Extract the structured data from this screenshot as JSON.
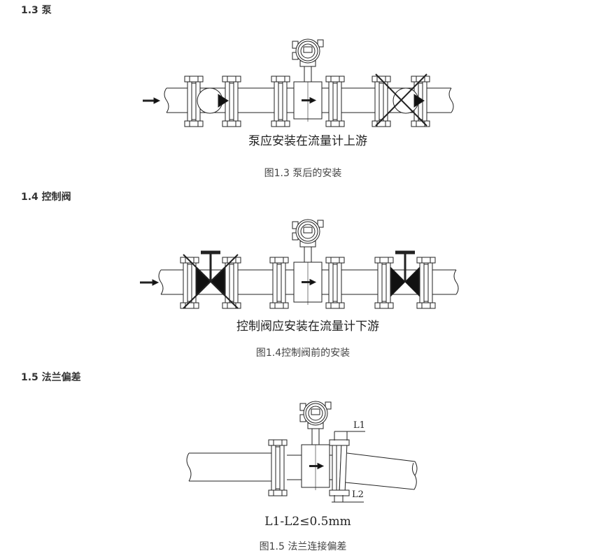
{
  "sections": [
    {
      "heading": "1.3 泵",
      "diagram_text": "泵应安装在流量计上游",
      "caption": "图1.3 泵后的安装"
    },
    {
      "heading": "1.4 控制阀",
      "diagram_text": "控制阀应安装在流量计下游",
      "caption": "图1.4控制阀前的安装"
    },
    {
      "heading": "1.5 法兰偏差",
      "diagram_text": "L1-L2≤0.5mm",
      "caption": "图1.5 法兰连接偏差",
      "label_l1": "L1",
      "label_l2": "L2"
    }
  ]
}
